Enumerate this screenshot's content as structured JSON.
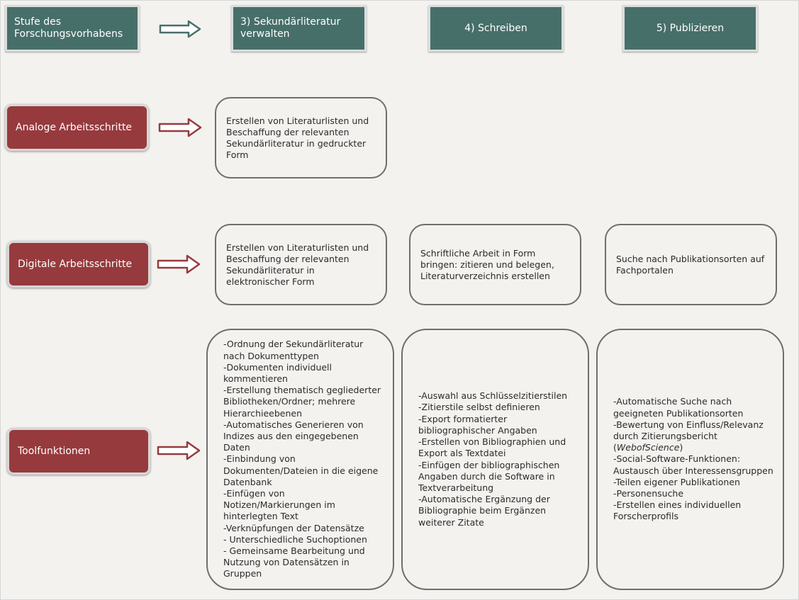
{
  "header": {
    "stage_label": "Stufe des Forschungsvorhabens",
    "col3": "3) Sekundärliteratur verwalten",
    "col4": "4) Schreiben",
    "col5": "5) Publizieren"
  },
  "rows": {
    "analog": "Analoge Arbeitsschritte",
    "digital": "Digitale Arbeitsschritte",
    "tools": "Toolfunktionen"
  },
  "analog_col3": "Erstellen von Literaturlisten und Beschaffung der relevanten Sekundärliteratur in gedruckter Form",
  "digital_col3": "Erstellen von Literaturlisten und Beschaffung der relevanten Sekundärliteratur in elektronischer Form",
  "digital_col4": "Schriftliche Arbeit in Form bringen: zitieren und belegen, Literaturverzeichnis erstellen",
  "digital_col5": "Suche nach Publikationsorten auf Fachportalen",
  "tools_col3": [
    "-Ordnung der Sekundärliteratur nach Dokumenttypen",
    "-Dokumenten individuell kommentieren",
    "-Erstellung thematisch gegliederter Bibliotheken/Ordner; mehrere Hierarchieebenen",
    "-Automatisches Generieren von Indizes aus den eingegebenen Daten",
    "-Einbindung von Dokumenten/Dateien in die eigene Datenbank",
    "-Einfügen von Notizen/Markierungen im hinterlegten Text",
    "-Verknüpfungen der Datensätze",
    "- Unterschiedliche Suchoptionen",
    "- Gemeinsame Bearbeitung und Nutzung von Datensätzen in Gruppen"
  ],
  "tools_col4": [
    "-Auswahl aus Schlüsselzitierstilen",
    "-Zitierstile selbst definieren",
    "-Export formatierter bibliographischer Angaben",
    "-Erstellen von Bibliographien und Export als Textdatei",
    "-Einfügen der bibliographischen Angaben durch die Software in Textverarbeitung",
    "-Automatische Ergänzung der Bibliographie beim Ergänzen weiterer Zitate"
  ],
  "tools_col5": {
    "line1": "-Automatische Suche nach geeigneten Publikationsorten",
    "line2_pre": "-Bewertung von Einfluss/Relevanz durch Zitierungsbericht (",
    "line2_em": "WebofScience",
    "line2_post": ")",
    "rest": [
      "-Social-Software-Funktionen: Austausch über Interessensgruppen",
      "-Teilen eigener Publikationen",
      "-Personensuche",
      "-Erstellen eines individuellen Forscherprofils"
    ]
  },
  "colors": {
    "teal": "#476f6a",
    "red": "#963a3d",
    "arrow_teal": "#476f6a",
    "arrow_red": "#963a3d"
  }
}
